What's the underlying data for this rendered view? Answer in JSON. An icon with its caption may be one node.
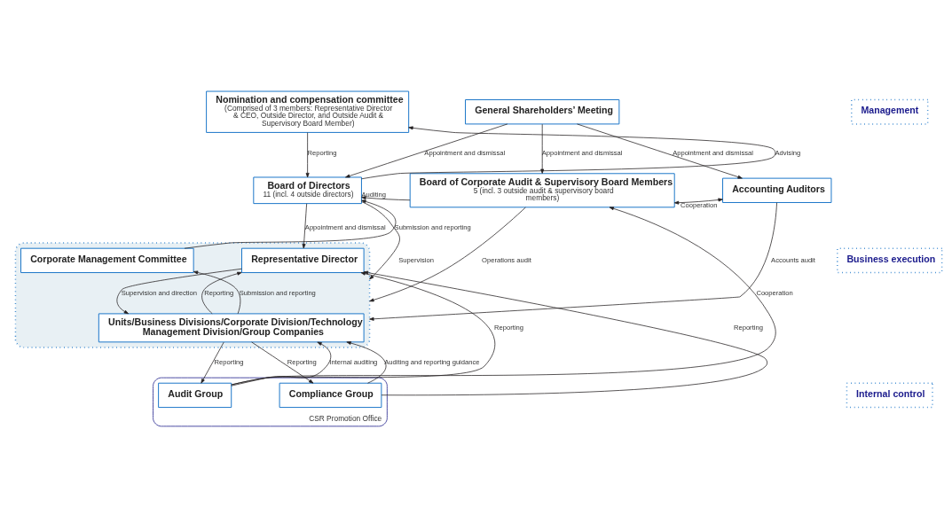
{
  "diagram": {
    "nodes": [
      {
        "text": [
          "General Shareholders’ Meeting"
        ]
      },
      {
        "text": [
          "Nomination and compensation committee",
          "(Comprised of 3 members: Representative Director & CEO, Outside Director, and Outside Audit & Supervisory Board Member)"
        ]
      },
      {
        "text": [
          "Board of Directors",
          "11 (incl. 4 outside directors)"
        ]
      },
      {
        "text": [
          "Board of Corporate Audit & Supervisory Board Members",
          "5 (incl. 3 outside audit & supervisory board members)"
        ]
      },
      {
        "text": [
          "Accounting Auditors"
        ]
      },
      {
        "text": [],
        "shape": "box"
      },
      {
        "text": [
          "Corporate Management Committee"
        ],
        "in": 5
      },
      {
        "text": [
          "Representative Director"
        ],
        "in": 5
      },
      {
        "text": [
          "Units/Business Divisions/Corporate Division/Technology Management Division/Group Companies"
        ],
        "in": 5
      },
      {
        "text": [
          "CSR Promotion Office"
        ]
      },
      {
        "text": [
          "Audit Group"
        ],
        "in": 9
      },
      {
        "text": [
          "Compliance Group"
        ],
        "in": 9
      },
      {
        "text": [
          "Management"
        ]
      },
      {
        "text": [
          "Business execution"
        ]
      },
      {
        "text": [
          "Internal control"
        ]
      }
    ],
    "edges": [
      {
        "from": 0,
        "to": 2,
        "arrow": "to",
        "label": "Appointment and dismissal"
      },
      {
        "from": 0,
        "to": 3,
        "arrow": "to",
        "label": "Appointment and dismissal"
      },
      {
        "from": 0,
        "to": 4,
        "arrow": "to",
        "label": "Appointment and dismissal"
      },
      {
        "from": 1,
        "to": 2,
        "arrow": "to",
        "label": "Reporting"
      },
      {
        "from": 2,
        "to": 1,
        "arrow": "to",
        "label": "Advising"
      },
      {
        "from": 3,
        "to": 2,
        "arrow": "to",
        "label": "Auditing"
      },
      {
        "from": 3,
        "to": 4,
        "arrow": "both",
        "label": "Cooperation"
      },
      {
        "from": 2,
        "to": 5,
        "arrow": "to",
        "label": "Supervision"
      },
      {
        "from": 3,
        "to": 5,
        "arrow": "to",
        "label": "Operations audit"
      },
      {
        "from": 4,
        "to": 5,
        "arrow": "to",
        "label": "Accounts audit"
      },
      {
        "from": 2,
        "to": 7,
        "arrow": "to",
        "label": "Appointment and dismissal"
      },
      {
        "from": 6,
        "to": 2,
        "arrow": "to",
        "label": "Submission and reporting"
      },
      {
        "from": 10,
        "to": 3,
        "arrow": "to",
        "label": "Cooperation"
      },
      {
        "from": 10,
        "to": 7,
        "arrow": "to",
        "label": "Reporting"
      },
      {
        "from": 8,
        "to": 6,
        "arrow": "to",
        "label": "Submission and reporting"
      },
      {
        "from": 8,
        "to": 7,
        "arrow": "to",
        "label": "Reporting"
      },
      {
        "from": 7,
        "to": 8,
        "arrow": "to",
        "label": "Supervision and direction"
      },
      {
        "from": 8,
        "to": 10,
        "arrow": "to",
        "label": "Reporting"
      },
      {
        "from": 10,
        "to": 8,
        "arrow": "to",
        "label": "Internal auditing"
      },
      {
        "from": 8,
        "to": 11,
        "arrow": "to",
        "label": "Reporting"
      },
      {
        "from": 11,
        "to": 8,
        "arrow": "to",
        "label": "Auditing and reporting guidance"
      },
      {
        "from": 11,
        "to": 7,
        "arrow": "to",
        "label": "Reporting"
      }
    ]
  }
}
